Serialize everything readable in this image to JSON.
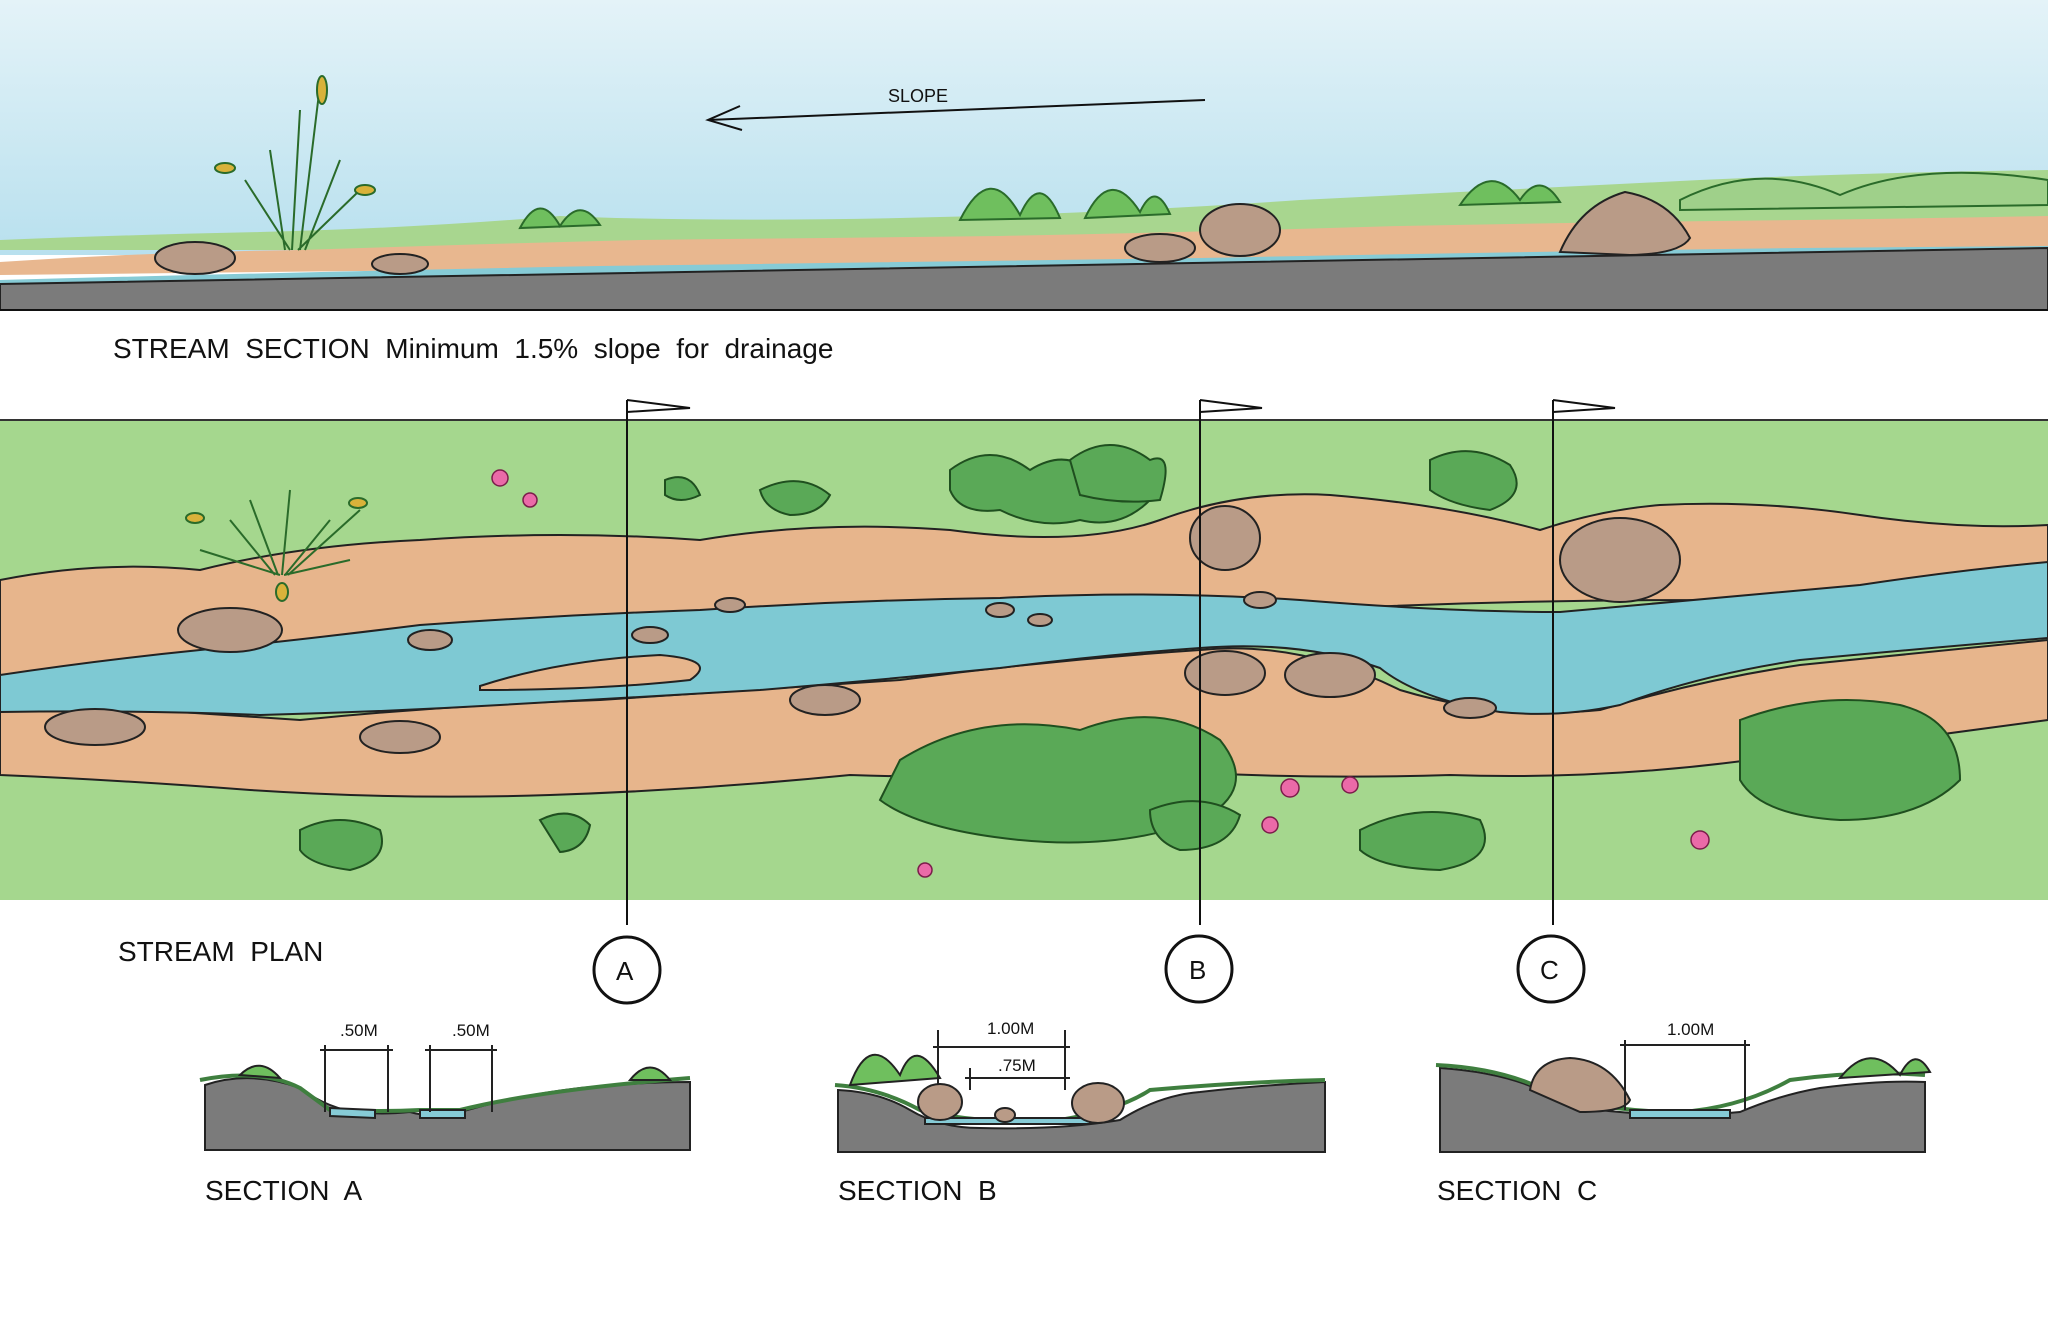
{
  "stream_section": {
    "slope_label": "SLOPE",
    "caption": "STREAM  SECTION  Minimum  1.5%  slope  for  drainage"
  },
  "stream_plan": {
    "caption": "STREAM  PLAN",
    "markers": [
      {
        "letter": "A"
      },
      {
        "letter": "B"
      },
      {
        "letter": "C"
      }
    ]
  },
  "sections": [
    {
      "title": "SECTION  A",
      "dims": [
        ".50M",
        ".50M"
      ]
    },
    {
      "title": "SECTION  B",
      "dims": [
        "1.00M",
        ".75M"
      ]
    },
    {
      "title": "SECTION  C",
      "dims": [
        "1.00M"
      ]
    }
  ],
  "colors": {
    "sky_top": "#dff1f7",
    "sky_bottom": "#bfe3ef",
    "water": "#79c7d2",
    "sand": "#e6b48a",
    "grass": "#9fd38c",
    "shrub": "#5fae5a",
    "rock": "#b89a86",
    "ground": "#7a7a7a",
    "flower": "#e86aa8"
  }
}
